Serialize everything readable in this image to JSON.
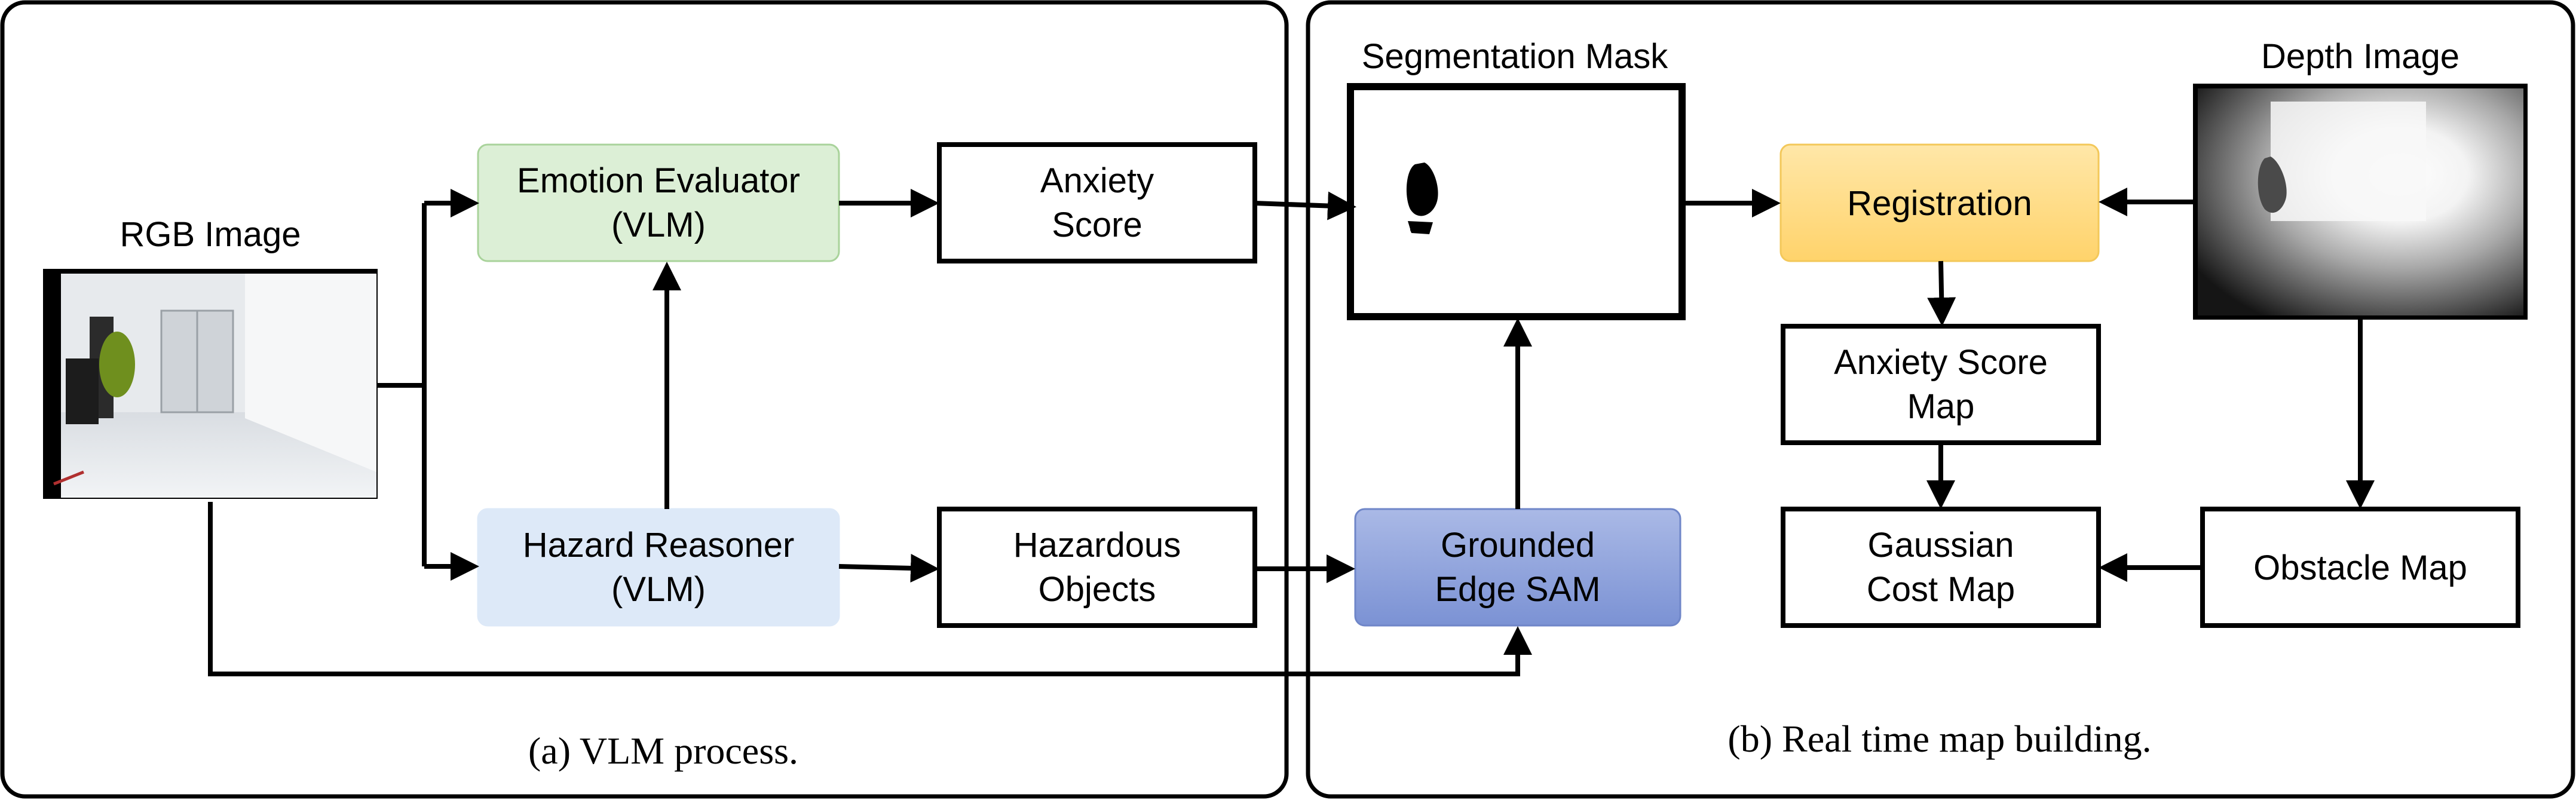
{
  "panels": {
    "left_caption": "(a) VLM process.",
    "right_caption": "(b) Real time map building."
  },
  "images": {
    "rgb_label": "RGB Image",
    "segmentation_label": "Segmentation Mask",
    "depth_label": "Depth Image"
  },
  "nodes": {
    "emotion_evaluator": [
      "Emotion Evaluator",
      "(VLM)"
    ],
    "hazard_reasoner": [
      "Hazard Reasoner",
      "(VLM)"
    ],
    "anxiety_score": [
      "Anxiety",
      "Score"
    ],
    "hazardous_objects": [
      "Hazardous",
      "Objects"
    ],
    "grounded_edge_sam": [
      "Grounded",
      "Edge SAM"
    ],
    "registration": [
      "Registration"
    ],
    "anxiety_score_map": [
      "Anxiety Score",
      "Map"
    ],
    "gaussian_cost_map": [
      "Gaussian",
      "Cost Map"
    ],
    "obstacle_map": [
      "Obstacle Map"
    ]
  },
  "colors": {
    "emotion_fill": "#dcefd6",
    "emotion_stroke": "#a9d39b",
    "hazard_fill": "#dde9f8",
    "hazard_stroke": "#dde9f8",
    "sam_fill_top": "#aab9e6",
    "sam_fill_bottom": "#7b92d4",
    "sam_stroke": "#6f86c8",
    "registration_fill_top": "#ffe7a8",
    "registration_fill_bottom": "#ffd36b",
    "registration_stroke": "#f3c85a"
  }
}
